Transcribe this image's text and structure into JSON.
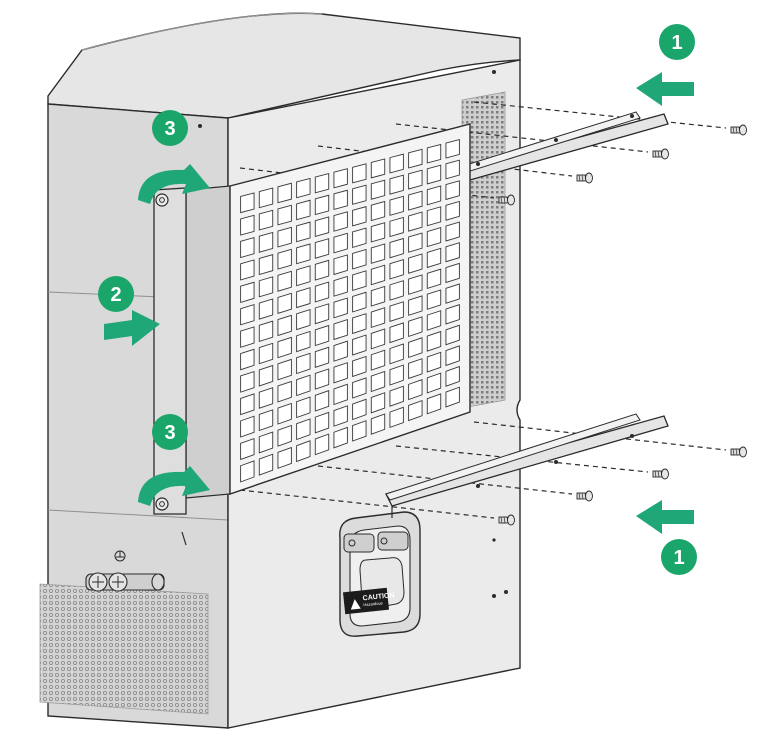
{
  "figure": {
    "steps": [
      {
        "id": "step-1-top",
        "number": "1"
      },
      {
        "id": "step-1-bottom",
        "number": "1"
      },
      {
        "id": "step-2",
        "number": "2"
      },
      {
        "id": "step-3-top",
        "number": "3"
      },
      {
        "id": "step-3-bottom",
        "number": "3"
      }
    ],
    "handle_label": {
      "title": "CAUTION",
      "subtitle": "Hazardous"
    },
    "colors": {
      "marker_green": "#1aa56a",
      "arrow_green": "#20a777",
      "chassis_light": "#e9e9e9",
      "chassis_mid": "#d8d8d8",
      "chassis_dark": "#bdbdbd",
      "outline": "#2b2b2b"
    },
    "icons": {
      "ground": "ground-symbol-icon",
      "caution": "warning-triangle-icon"
    }
  }
}
